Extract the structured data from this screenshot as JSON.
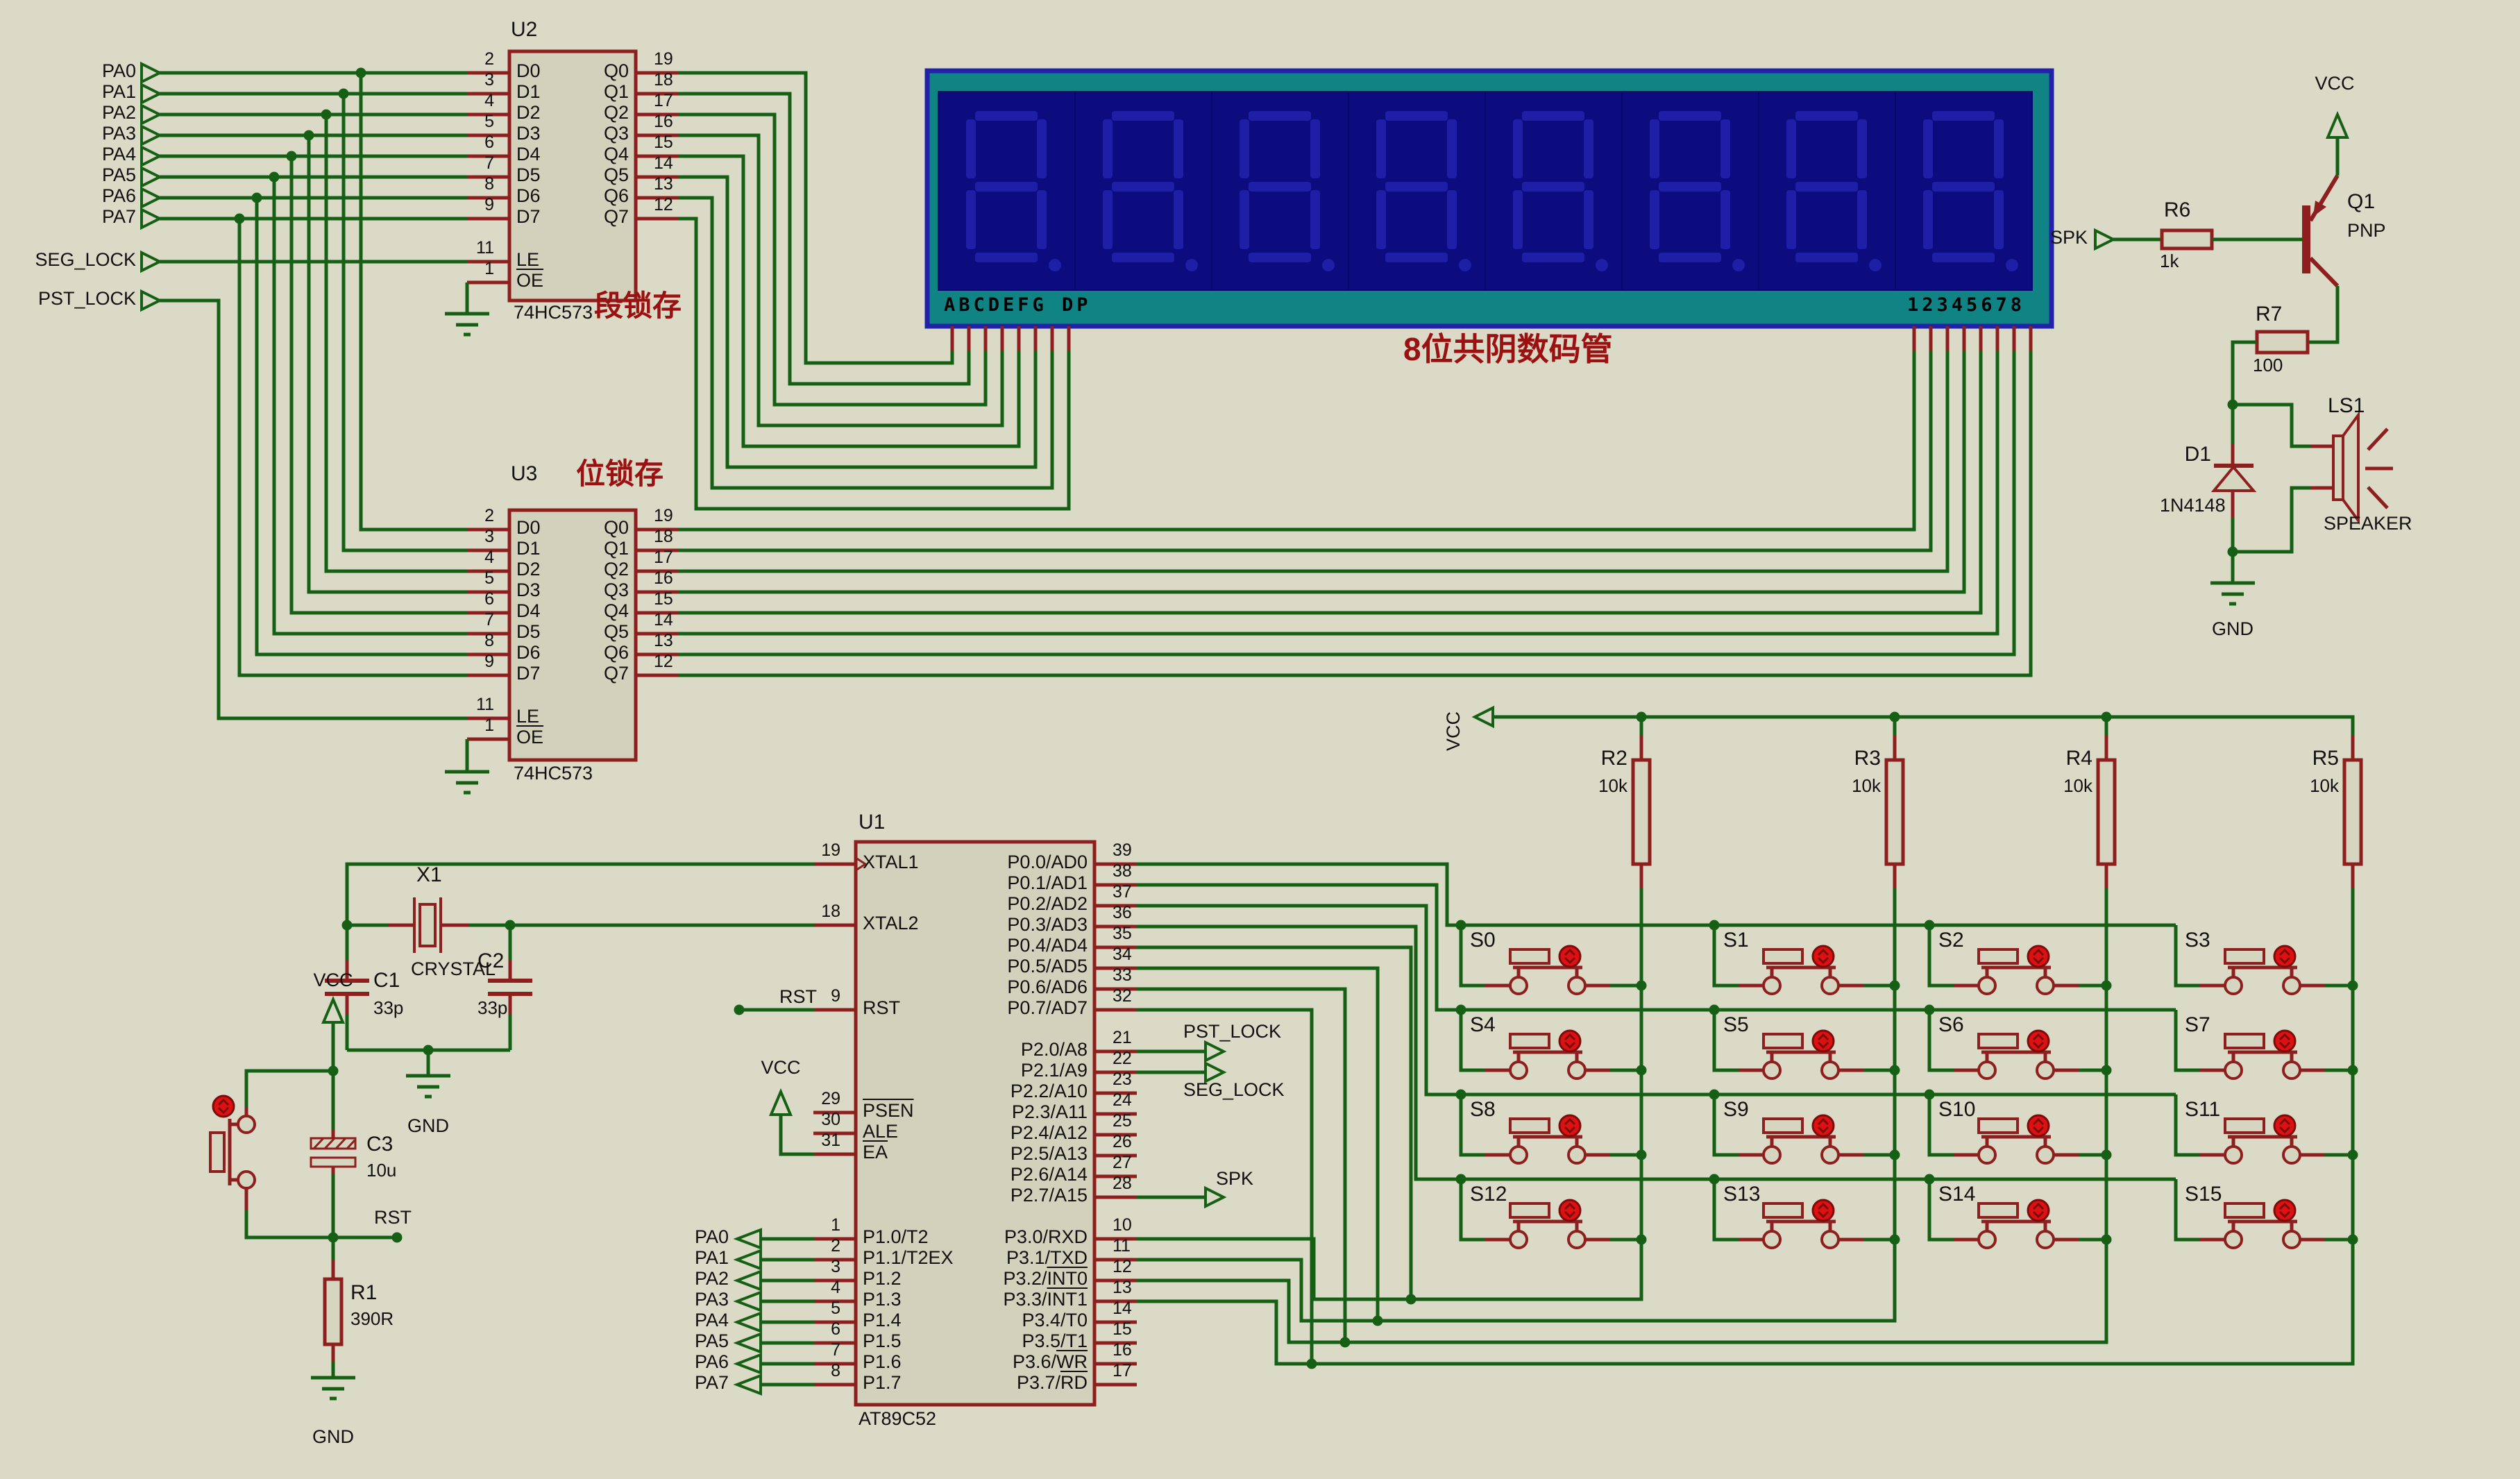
{
  "title_annotations": {
    "seg_latch": "段锁存",
    "bit_latch": "位锁存",
    "display": "8位共阴数码管"
  },
  "colors": {
    "background": "#dbdac6",
    "wire_green": "#166016",
    "component_red": "#8e1f1f",
    "chip_fill": "#d2d1bb",
    "annotation_red": "#9b1111",
    "display_border": "#2222a8",
    "display_bezel": "#108484",
    "display_screen": "#0c0c7e",
    "display_segment": "#1e1ea6",
    "indicator_red": "#dd1111"
  },
  "nets": {
    "pa": [
      "PA0",
      "PA1",
      "PA2",
      "PA3",
      "PA4",
      "PA5",
      "PA6",
      "PA7"
    ],
    "seg_lock": "SEG_LOCK",
    "pst_lock": "PST_LOCK",
    "spk": "SPK",
    "rst": "RST",
    "vcc": "VCC",
    "gnd": "GND"
  },
  "chips": {
    "u2": {
      "ref": "U2",
      "part": "74HC573",
      "left": [
        {
          "n": "2",
          "t": "D0"
        },
        {
          "n": "3",
          "t": "D1"
        },
        {
          "n": "4",
          "t": "D2"
        },
        {
          "n": "5",
          "t": "D3"
        },
        {
          "n": "6",
          "t": "D4"
        },
        {
          "n": "7",
          "t": "D5"
        },
        {
          "n": "8",
          "t": "D6"
        },
        {
          "n": "9",
          "t": "D7"
        },
        {
          "n": "11",
          "t": "LE"
        },
        {
          "n": "1",
          "t": "",
          "o": "OE"
        }
      ],
      "right": [
        {
          "n": "19",
          "t": "Q0"
        },
        {
          "n": "18",
          "t": "Q1"
        },
        {
          "n": "17",
          "t": "Q2"
        },
        {
          "n": "16",
          "t": "Q3"
        },
        {
          "n": "15",
          "t": "Q4"
        },
        {
          "n": "14",
          "t": "Q5"
        },
        {
          "n": "13",
          "t": "Q6"
        },
        {
          "n": "12",
          "t": "Q7"
        }
      ]
    },
    "u3": {
      "ref": "U3",
      "part": "74HC573",
      "left": [
        {
          "n": "2",
          "t": "D0"
        },
        {
          "n": "3",
          "t": "D1"
        },
        {
          "n": "4",
          "t": "D2"
        },
        {
          "n": "5",
          "t": "D3"
        },
        {
          "n": "6",
          "t": "D4"
        },
        {
          "n": "7",
          "t": "D5"
        },
        {
          "n": "8",
          "t": "D6"
        },
        {
          "n": "9",
          "t": "D7"
        },
        {
          "n": "11",
          "t": "LE"
        },
        {
          "n": "1",
          "t": "",
          "o": "OE"
        }
      ],
      "right": [
        {
          "n": "19",
          "t": "Q0"
        },
        {
          "n": "18",
          "t": "Q1"
        },
        {
          "n": "17",
          "t": "Q2"
        },
        {
          "n": "16",
          "t": "Q3"
        },
        {
          "n": "15",
          "t": "Q4"
        },
        {
          "n": "14",
          "t": "Q5"
        },
        {
          "n": "13",
          "t": "Q6"
        },
        {
          "n": "12",
          "t": "Q7"
        }
      ]
    },
    "u1": {
      "ref": "U1",
      "part": "AT89C52",
      "left": [
        {
          "n": "19",
          "t": "XTAL1"
        },
        {
          "n": "18",
          "t": "XTAL2"
        },
        {
          "n": "9",
          "t": "RST"
        },
        {
          "n": "29",
          "t": "",
          "o": "PSEN"
        },
        {
          "n": "30",
          "t": "ALE"
        },
        {
          "n": "31",
          "t": "",
          "o": "EA"
        },
        {
          "n": "1",
          "t": "P1.0/T2"
        },
        {
          "n": "2",
          "t": "P1.1/T2EX"
        },
        {
          "n": "3",
          "t": "P1.2"
        },
        {
          "n": "4",
          "t": "P1.3"
        },
        {
          "n": "5",
          "t": "P1.4"
        },
        {
          "n": "6",
          "t": "P1.5"
        },
        {
          "n": "7",
          "t": "P1.6"
        },
        {
          "n": "8",
          "t": "P1.7"
        }
      ],
      "right": [
        {
          "n": "39",
          "t": "P0.0/AD0"
        },
        {
          "n": "38",
          "t": "P0.1/AD1"
        },
        {
          "n": "37",
          "t": "P0.2/AD2"
        },
        {
          "n": "36",
          "t": "P0.3/AD3"
        },
        {
          "n": "35",
          "t": "P0.4/AD4"
        },
        {
          "n": "34",
          "t": "P0.5/AD5"
        },
        {
          "n": "33",
          "t": "P0.6/AD6"
        },
        {
          "n": "32",
          "t": "P0.7/AD7"
        },
        {
          "n": "21",
          "t": "P2.0/A8"
        },
        {
          "n": "22",
          "t": "P2.1/A9"
        },
        {
          "n": "23",
          "t": "P2.2/A10"
        },
        {
          "n": "24",
          "t": "P2.3/A11"
        },
        {
          "n": "25",
          "t": "P2.4/A12"
        },
        {
          "n": "26",
          "t": "P2.5/A13"
        },
        {
          "n": "27",
          "t": "P2.6/A14"
        },
        {
          "n": "28",
          "t": "P2.7/A15"
        },
        {
          "n": "10",
          "t": "P3.0/RXD"
        },
        {
          "n": "11",
          "t": "P3.1/TXD"
        },
        {
          "n": "12",
          "t": "P3.2/",
          "o": "INT0"
        },
        {
          "n": "13",
          "t": "P3.3/",
          "o": "INT1"
        },
        {
          "n": "14",
          "t": "P3.4/T0"
        },
        {
          "n": "15",
          "t": "P3.5/T1"
        },
        {
          "n": "16",
          "t": "P3.6/",
          "o": "WR"
        },
        {
          "n": "17",
          "t": "P3.7/",
          "o": "RD"
        }
      ]
    }
  },
  "display": {
    "segment_silk": "ABCDEFG DP",
    "digit_silk": "12345678",
    "digits": 8
  },
  "resistors": {
    "r1": [
      "R1",
      "390R"
    ],
    "r2": [
      "R2",
      "10k"
    ],
    "r3": [
      "R3",
      "10k"
    ],
    "r4": [
      "R4",
      "10k"
    ],
    "r5": [
      "R5",
      "10k"
    ],
    "r6": [
      "R6",
      "1k"
    ],
    "r7": [
      "R7",
      "100"
    ]
  },
  "capacitors": {
    "c1": [
      "C1",
      "33p"
    ],
    "c2": [
      "C2",
      "33p"
    ],
    "c3": [
      "C3",
      "10u"
    ]
  },
  "misc": {
    "x1": [
      "X1",
      "CRYSTAL"
    ],
    "q1": [
      "Q1",
      "PNP"
    ],
    "d1": [
      "D1",
      "1N4148"
    ],
    "ls1": [
      "LS1",
      "SPEAKER"
    ]
  },
  "keys": [
    "S0",
    "S1",
    "S2",
    "S3",
    "S4",
    "S5",
    "S6",
    "S7",
    "S8",
    "S9",
    "S10",
    "S11",
    "S12",
    "S13",
    "S14",
    "S15"
  ]
}
